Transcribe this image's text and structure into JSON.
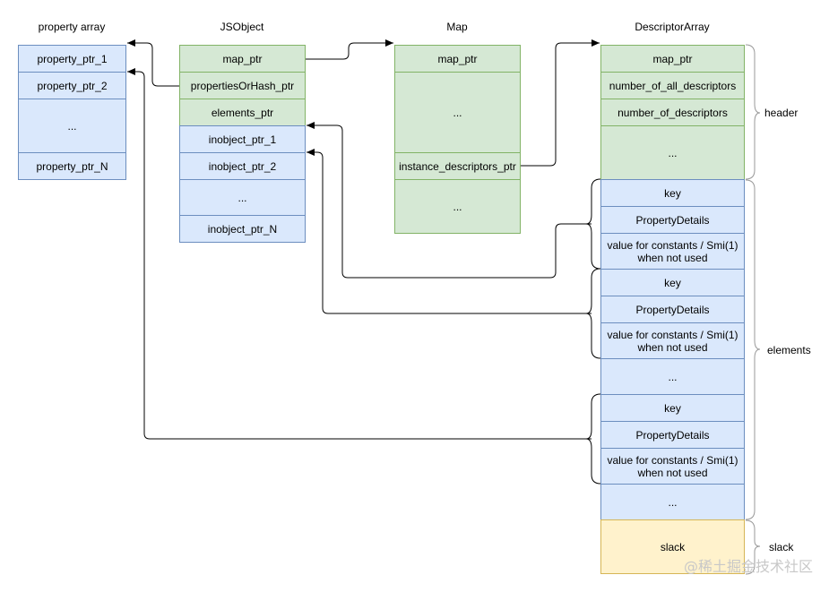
{
  "titles": {
    "property_array": "property array",
    "jsobject": "JSObject",
    "map": "Map",
    "descriptor_array": "DescriptorArray"
  },
  "property_array": [
    "property_ptr_1",
    "property_ptr_2",
    "...",
    "property_ptr_N"
  ],
  "jsobject": [
    "map_ptr",
    "propertiesOrHash_ptr",
    "elements_ptr",
    "inobject_ptr_1",
    "inobject_ptr_2",
    "...",
    "inobject_ptr_N"
  ],
  "map": [
    "map_ptr",
    "...",
    "instance_descriptors_ptr",
    "..."
  ],
  "descriptor_array": {
    "header": [
      "map_ptr",
      "number_of_all_descriptors",
      "number_of_descriptors",
      "..."
    ],
    "entry": {
      "key": "key",
      "details": "PropertyDetails",
      "value": "value for constants / Smi(1) when not used"
    },
    "ellipsis": "...",
    "slack": "slack"
  },
  "side_labels": {
    "header": "header",
    "elements": "elements",
    "slack": "slack"
  },
  "watermark": "@稀土掘金技术社区",
  "colors": {
    "green_fill": "#d5e8d4",
    "green_stroke": "#82b366",
    "blue_fill": "#dae8fc",
    "blue_stroke": "#6c8ebf",
    "yellow_fill": "#fff2cc",
    "yellow_stroke": "#d6b656"
  }
}
